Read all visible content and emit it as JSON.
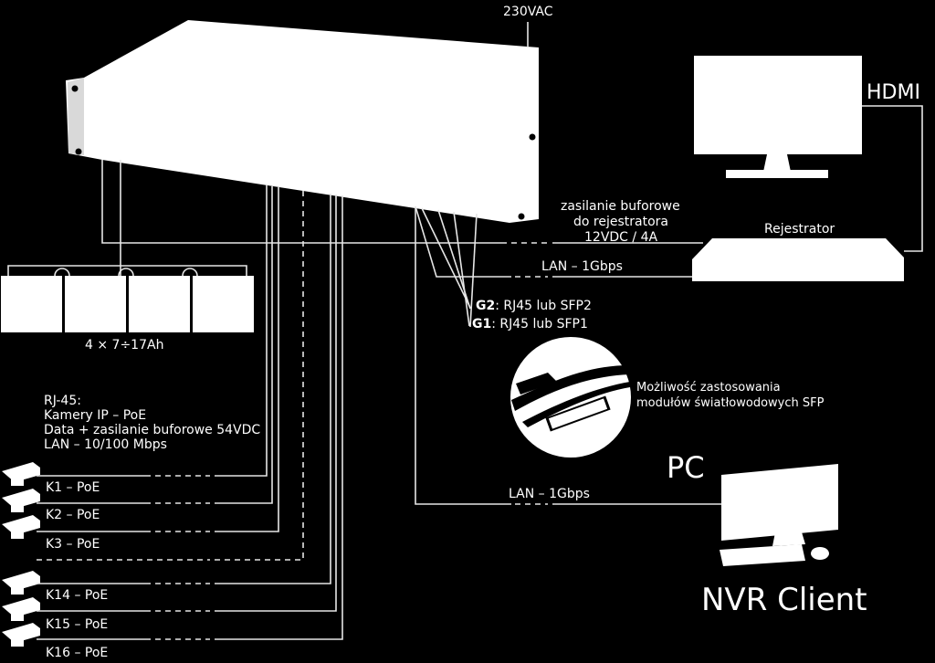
{
  "labels": {
    "power_in": "230VAC",
    "hdmi": "HDMI",
    "buffer_power_1": "zasilanie buforowe",
    "buffer_power_2": "do rejestratora",
    "buffer_power_3": "12VDC / 4A",
    "recorder": "Rejestrator",
    "lan_top": "LAN – 1Gbps",
    "g2_key": "G2",
    "g2_rest": ": RJ45 lub SFP2",
    "g1_key": "G1",
    "g1_rest": ": RJ45 lub SFP1",
    "batteries": "4 × 7÷17Ah",
    "sfp_1": "Możliwość zastosowania",
    "sfp_2": "modułów światłowodowych SFP",
    "rj45_1": "RJ-45:",
    "rj45_2": "Kamery IP – PoE",
    "rj45_3": "Data + zasilanie buforowe 54VDC",
    "rj45_4": "LAN – 10/100 Mbps",
    "pc": "PC",
    "lan_pc": "LAN – 1Gbps",
    "nvr_client": "NVR Client"
  },
  "cameras": [
    "K1 – PoE",
    "K2 – PoE",
    "K3 – PoE",
    "K14 – PoE",
    "K15 – PoE",
    "K16 – PoE"
  ],
  "colors": {
    "background": "#000000",
    "foreground": "#ffffff",
    "lines": "#e6e6e6"
  },
  "icons": [
    "rack-switch-icon",
    "monitor-icon",
    "recorder-icon",
    "battery-icon",
    "sfp-module-icon",
    "pc-icon",
    "camera-icon"
  ]
}
